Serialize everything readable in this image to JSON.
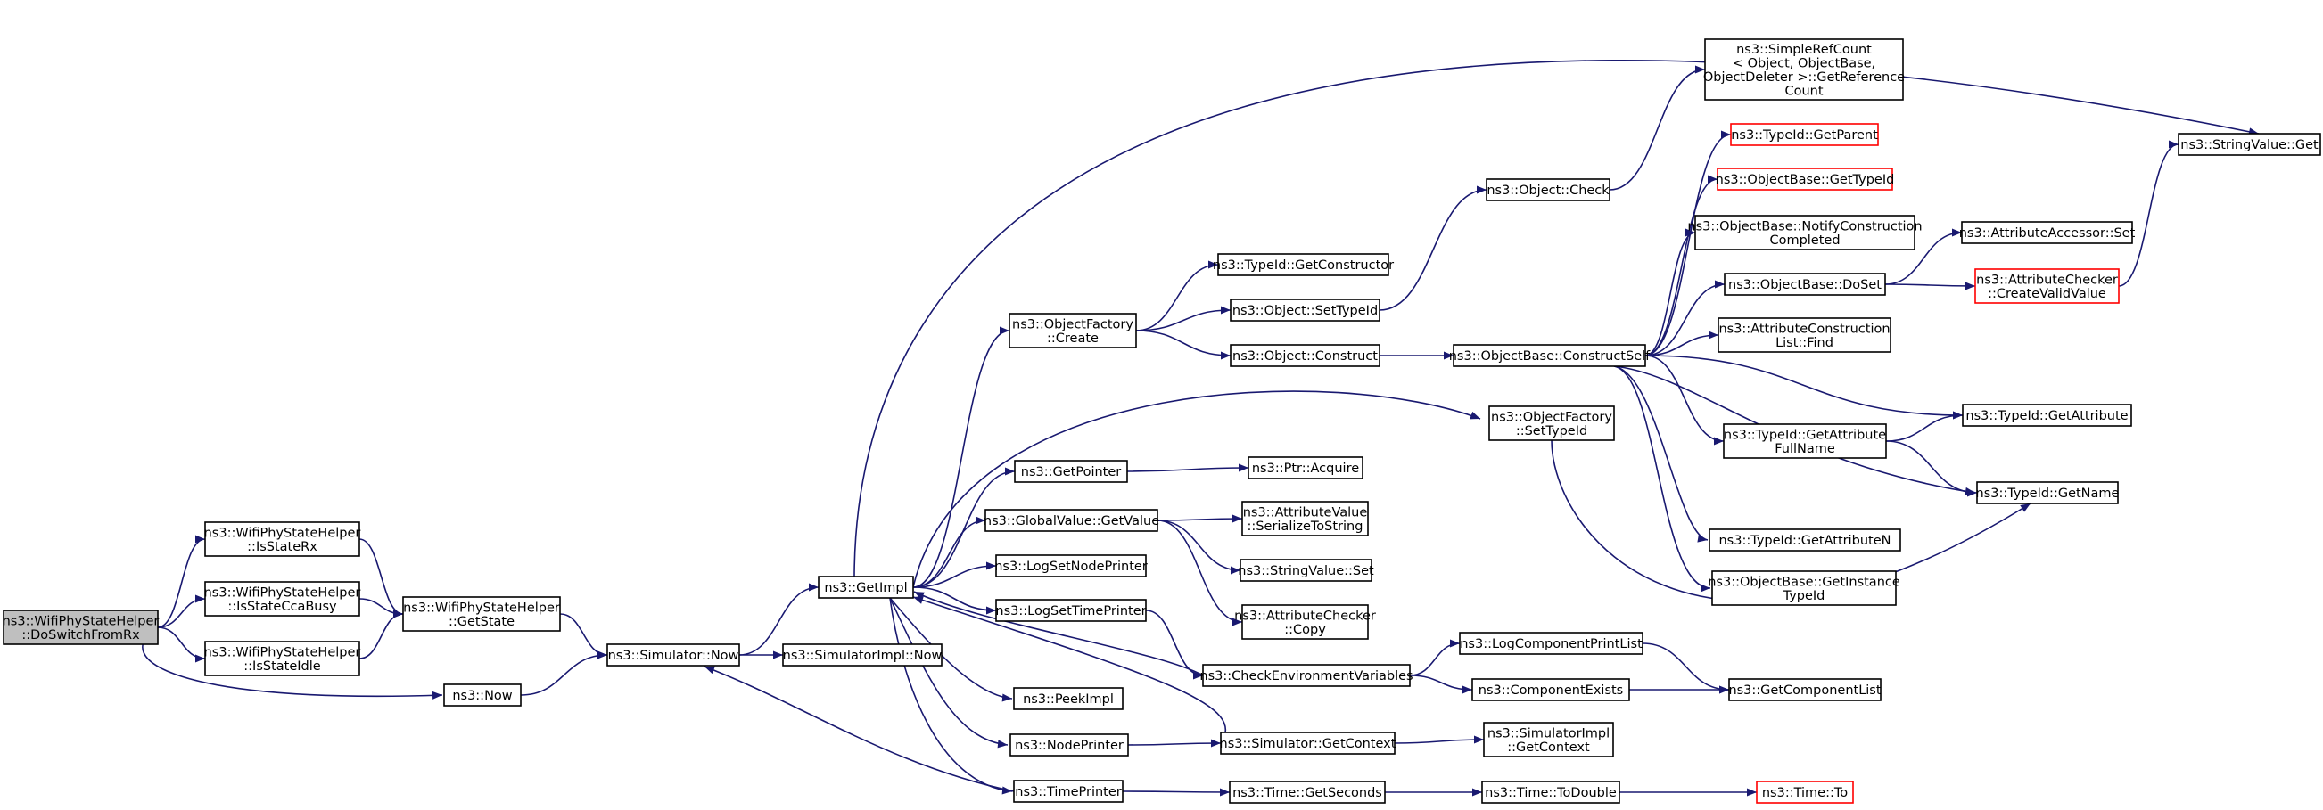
{
  "colors": {
    "edge": "#191970",
    "node_border": "#000000",
    "external_border": "#ff0000",
    "root_fill": "#bfbfbf",
    "node_fill": "#ffffff"
  },
  "nodes": {
    "doswitchfromrx": {
      "lines": [
        "ns3::WifiPhyStateHelper",
        "::DoSwitchFromRx"
      ],
      "style": "root"
    },
    "isstaterx": {
      "lines": [
        "ns3::WifiPhyStateHelper",
        "::IsStateRx"
      ]
    },
    "isstateccabusy": {
      "lines": [
        "ns3::WifiPhyStateHelper",
        "::IsStateCcaBusy"
      ]
    },
    "isstateidle": {
      "lines": [
        "ns3::WifiPhyStateHelper",
        "::IsStateIdle"
      ]
    },
    "getstate": {
      "lines": [
        "ns3::WifiPhyStateHelper",
        "::GetState"
      ]
    },
    "now": {
      "lines": [
        "ns3::Now"
      ]
    },
    "simnow": {
      "lines": [
        "ns3::Simulator::Now"
      ]
    },
    "simimplnow": {
      "lines": [
        "ns3::SimulatorImpl::Now"
      ]
    },
    "getimpl": {
      "lines": [
        "ns3::GetImpl"
      ]
    },
    "ofcreate": {
      "lines": [
        "ns3::ObjectFactory",
        "::Create"
      ]
    },
    "getpointer": {
      "lines": [
        "ns3::GetPointer"
      ]
    },
    "gvgetvalue": {
      "lines": [
        "ns3::GlobalValue::GetValue"
      ]
    },
    "logsetnodeprinter": {
      "lines": [
        "ns3::LogSetNodePrinter"
      ]
    },
    "logsettimeprinter": {
      "lines": [
        "ns3::LogSetTimePrinter"
      ]
    },
    "peekimpl": {
      "lines": [
        "ns3::PeekImpl"
      ]
    },
    "nodeprinter": {
      "lines": [
        "ns3::NodePrinter"
      ]
    },
    "timeprinter": {
      "lines": [
        "ns3::TimePrinter"
      ]
    },
    "tidgetconstructor": {
      "lines": [
        "ns3::TypeId::GetConstructor"
      ]
    },
    "objsettypeid": {
      "lines": [
        "ns3::Object::SetTypeId"
      ]
    },
    "objconstruct": {
      "lines": [
        "ns3::Object::Construct"
      ]
    },
    "ptracquire": {
      "lines": [
        "ns3::Ptr::Acquire"
      ]
    },
    "avserialize": {
      "lines": [
        "ns3::AttributeValue",
        "::SerializeToString"
      ]
    },
    "svset": {
      "lines": [
        "ns3::StringValue::Set"
      ]
    },
    "accopy": {
      "lines": [
        "ns3::AttributeChecker",
        "::Copy"
      ]
    },
    "checkenv": {
      "lines": [
        "ns3::CheckEnvironmentVariables"
      ]
    },
    "simgetcontext": {
      "lines": [
        "ns3::Simulator::GetContext"
      ]
    },
    "timegetseconds": {
      "lines": [
        "ns3::Time::GetSeconds"
      ]
    },
    "objcheck": {
      "lines": [
        "ns3::Object::Check"
      ]
    },
    "obconstructself": {
      "lines": [
        "ns3::ObjectBase::ConstructSelf"
      ]
    },
    "ofsettypeid": {
      "lines": [
        "ns3::ObjectFactory",
        "::SetTypeId"
      ]
    },
    "logcomponentprintlist": {
      "lines": [
        "ns3::LogComponentPrintList"
      ]
    },
    "componentexists": {
      "lines": [
        "ns3::ComponentExists"
      ]
    },
    "simimplgetcontext": {
      "lines": [
        "ns3::SimulatorImpl",
        "::GetContext"
      ]
    },
    "timetodouble": {
      "lines": [
        "ns3::Time::ToDouble"
      ]
    },
    "srcgetrefcount": {
      "lines": [
        "ns3::SimpleRefCount",
        "< Object, ObjectBase,",
        "ObjectDeleter >::GetReference",
        "Count"
      ]
    },
    "tidgetparent": {
      "lines": [
        "ns3::TypeId::GetParent"
      ],
      "style": "ref"
    },
    "obgettypeid": {
      "lines": [
        "ns3::ObjectBase::GetTypeId"
      ],
      "style": "ref"
    },
    "obnotify": {
      "lines": [
        "ns3::ObjectBase::NotifyConstruction",
        "Completed"
      ]
    },
    "obdoset": {
      "lines": [
        "ns3::ObjectBase::DoSet"
      ]
    },
    "aclfind": {
      "lines": [
        "ns3::AttributeConstruction",
        "List::Find"
      ]
    },
    "tidgetattrfullname": {
      "lines": [
        "ns3::TypeId::GetAttribute",
        "FullName"
      ]
    },
    "tidgetattrn": {
      "lines": [
        "ns3::TypeId::GetAttributeN"
      ]
    },
    "obgetinstancetypeid": {
      "lines": [
        "ns3::ObjectBase::GetInstance",
        "TypeId"
      ]
    },
    "getcomponentlist": {
      "lines": [
        "ns3::GetComponentList"
      ]
    },
    "timeto": {
      "lines": [
        "ns3::Time::To"
      ],
      "style": "ref"
    },
    "aaset": {
      "lines": [
        "ns3::AttributeAccessor::Set"
      ]
    },
    "accreatevalid": {
      "lines": [
        "ns3::AttributeChecker",
        "::CreateValidValue"
      ],
      "style": "ref"
    },
    "svget": {
      "lines": [
        "ns3::StringValue::Get"
      ]
    },
    "tidgetattribute": {
      "lines": [
        "ns3::TypeId::GetAttribute"
      ]
    },
    "tidgetname": {
      "lines": [
        "ns3::TypeId::GetName"
      ]
    }
  },
  "edges": [
    [
      "doswitchfromrx",
      "isstaterx"
    ],
    [
      "doswitchfromrx",
      "isstateccabusy"
    ],
    [
      "doswitchfromrx",
      "isstateidle"
    ],
    [
      "doswitchfromrx",
      "now"
    ],
    [
      "isstaterx",
      "getstate"
    ],
    [
      "isstateccabusy",
      "getstate"
    ],
    [
      "isstateidle",
      "getstate"
    ],
    [
      "getstate",
      "simnow"
    ],
    [
      "now",
      "simnow"
    ],
    [
      "simnow",
      "getimpl"
    ],
    [
      "simnow",
      "simimplnow"
    ],
    [
      "getimpl",
      "ofcreate"
    ],
    [
      "getimpl",
      "ofsettypeid"
    ],
    [
      "getimpl",
      "getpointer"
    ],
    [
      "getimpl",
      "gvgetvalue"
    ],
    [
      "getimpl",
      "logsetnodeprinter"
    ],
    [
      "getimpl",
      "logsettimeprinter"
    ],
    [
      "getimpl",
      "peekimpl"
    ],
    [
      "getimpl",
      "nodeprinter"
    ],
    [
      "getimpl",
      "timeprinter"
    ],
    [
      "getimpl",
      "svget"
    ],
    [
      "ofcreate",
      "tidgetconstructor"
    ],
    [
      "ofcreate",
      "objsettypeid"
    ],
    [
      "ofcreate",
      "objconstruct"
    ],
    [
      "objsettypeid",
      "objcheck"
    ],
    [
      "objcheck",
      "srcgetrefcount"
    ],
    [
      "objconstruct",
      "obconstructself"
    ],
    [
      "obconstructself",
      "tidgetparent"
    ],
    [
      "obconstructself",
      "obgettypeid"
    ],
    [
      "obconstructself",
      "obnotify"
    ],
    [
      "obconstructself",
      "obdoset"
    ],
    [
      "obconstructself",
      "aclfind"
    ],
    [
      "obconstructself",
      "tidgetattribute"
    ],
    [
      "obconstructself",
      "tidgetattrfullname"
    ],
    [
      "obconstructself",
      "tidgetname"
    ],
    [
      "obconstructself",
      "tidgetattrn"
    ],
    [
      "obconstructself",
      "obgetinstancetypeid"
    ],
    [
      "obdoset",
      "aaset"
    ],
    [
      "obdoset",
      "accreatevalid"
    ],
    [
      "accreatevalid",
      "svget"
    ],
    [
      "tidgetattrfullname",
      "tidgetattribute"
    ],
    [
      "tidgetattrfullname",
      "tidgetname"
    ],
    [
      "ofsettypeid",
      "tidgetname"
    ],
    [
      "getpointer",
      "ptracquire"
    ],
    [
      "gvgetvalue",
      "avserialize"
    ],
    [
      "gvgetvalue",
      "svset"
    ],
    [
      "gvgetvalue",
      "accopy"
    ],
    [
      "logsettimeprinter",
      "checkenv"
    ],
    [
      "checkenv",
      "logcomponentprintlist"
    ],
    [
      "checkenv",
      "componentexists"
    ],
    [
      "checkenv",
      "getimpl"
    ],
    [
      "logcomponentprintlist",
      "getcomponentlist"
    ],
    [
      "componentexists",
      "getcomponentlist"
    ],
    [
      "nodeprinter",
      "simgetcontext"
    ],
    [
      "simgetcontext",
      "simimplgetcontext"
    ],
    [
      "simgetcontext",
      "getimpl"
    ],
    [
      "timeprinter",
      "timegetseconds"
    ],
    [
      "timeprinter",
      "simnow"
    ],
    [
      "timegetseconds",
      "timetodouble"
    ],
    [
      "timetodouble",
      "timeto"
    ]
  ]
}
